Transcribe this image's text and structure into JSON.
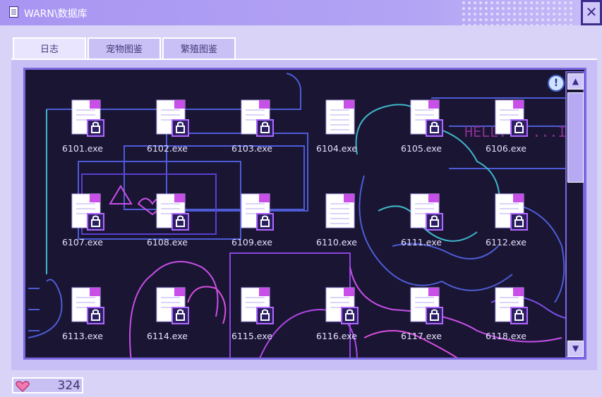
{
  "window": {
    "title": "WARN\\数据库",
    "close_label": "✕"
  },
  "tabs": [
    {
      "label": "日志",
      "active": true
    },
    {
      "label": "宠物图鉴",
      "active": false
    },
    {
      "label": "繁殖图鉴",
      "active": false
    }
  ],
  "background_text": "HELL... ...ILD",
  "files": [
    {
      "name": "6101.exe",
      "locked": true
    },
    {
      "name": "6102.exe",
      "locked": true
    },
    {
      "name": "6103.exe",
      "locked": true
    },
    {
      "name": "6104.exe",
      "locked": false
    },
    {
      "name": "6105.exe",
      "locked": true
    },
    {
      "name": "6106.exe",
      "locked": true
    },
    {
      "name": "6107.exe",
      "locked": true
    },
    {
      "name": "6108.exe",
      "locked": true
    },
    {
      "name": "6109.exe",
      "locked": true
    },
    {
      "name": "6110.exe",
      "locked": false
    },
    {
      "name": "6111.exe",
      "locked": true
    },
    {
      "name": "6112.exe",
      "locked": true
    },
    {
      "name": "6113.exe",
      "locked": true
    },
    {
      "name": "6114.exe",
      "locked": true
    },
    {
      "name": "6115.exe",
      "locked": true
    },
    {
      "name": "6116.exe",
      "locked": true
    },
    {
      "name": "6117.exe",
      "locked": true
    },
    {
      "name": "6118.exe",
      "locked": true
    }
  ],
  "scroll": {
    "up_label": "▲",
    "down_label": "▼"
  },
  "alert_label": "!",
  "status": {
    "hearts": "324"
  },
  "colors": {
    "accent": "#7a68e0",
    "screen_bg": "#1a1533",
    "neon_pink": "#c84fe8",
    "neon_blue": "#4d5cd6",
    "neon_cyan": "#3fb6c9"
  }
}
